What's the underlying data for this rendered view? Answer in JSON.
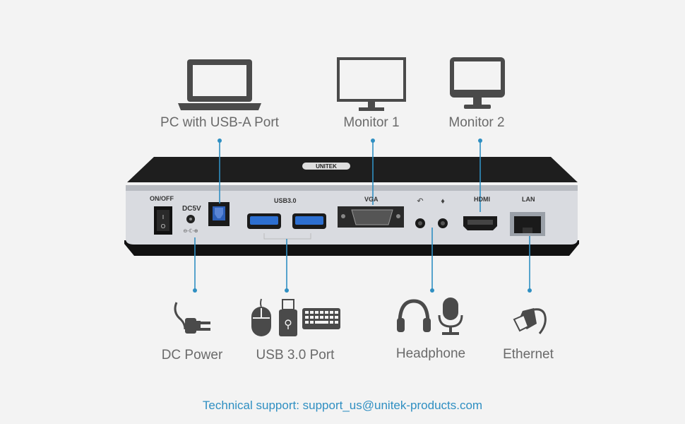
{
  "devices": {
    "pc_label": "PC with USB-A Port",
    "monitor1_label": "Monitor 1",
    "monitor2_label": "Monitor 2",
    "dc_power_label": "DC Power",
    "usb_port_label": "USB 3.0 Port",
    "headphone_label": "Headphone",
    "ethernet_label": "Ethernet"
  },
  "ports": {
    "onoff": "ON/OFF",
    "dc5v": "DC5V",
    "usb30": "USB3.0",
    "vga": "VGA",
    "hdmi": "HDMI",
    "lan": "LAN"
  },
  "brand": "UNITEK",
  "support_text": "Technical support: support_us@unitek-products.com",
  "colors": {
    "accent": "#2f8fc2",
    "icon": "#4a4a4a"
  }
}
